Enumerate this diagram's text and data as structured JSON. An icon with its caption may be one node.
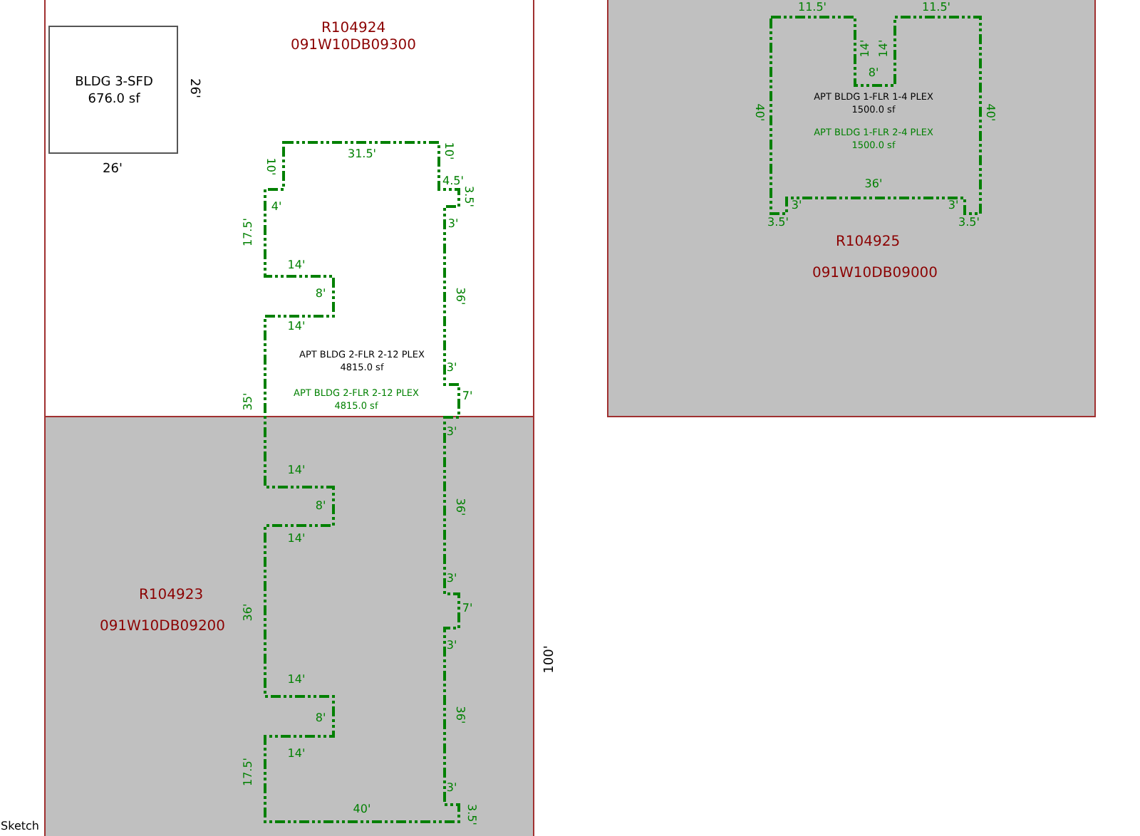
{
  "diagram": {
    "nodes": [
      {
        "text": [
          "R104924",
          "091W10DB09300"
        ]
      },
      {
        "text": [
          "BLDG 3-SFD 676.0 sf"
        ],
        "in": 0,
        "beside": [
          "26'",
          "26'"
        ]
      },
      {
        "text": [
          "R104925",
          "091W10DB09000"
        ]
      },
      {
        "text": [
          "APT BLDG 1-FLR 1-4 PLEX 1500.0 sf",
          "APT BLDG 1-FLR 2-4 PLEX 1500.0 sf"
        ],
        "in": 2
      },
      {
        "text": [
          "R104923",
          "091W10DB09200"
        ]
      },
      {
        "text": [
          "APT BLDG 2-FLR 2-12 PLEX 4815.0 sf",
          "APT BLDG 2-FLR 2-12 PLEX 4815.0 sf"
        ]
      }
    ],
    "edges": [],
    "labels": [
      "11.5'",
      "11.5'",
      "14'",
      "14'",
      "8'",
      "40'",
      "40'",
      "36'",
      "3'",
      "3'",
      "3.5'",
      "3.5'",
      "31.5'",
      "10'",
      "10'",
      "4.5'",
      "3.5'",
      "4'",
      "17.5'",
      "3'",
      "14'",
      "8'",
      "36'",
      "14'",
      "3'",
      "7'",
      "35'",
      "3'",
      "14'",
      "8'",
      "36'",
      "14'",
      "3'",
      "7'",
      "36'",
      "3'",
      "14'",
      "8'",
      "36'",
      "14'",
      "17.5'",
      "3'",
      "40'",
      "3.5'",
      "100'",
      "Sketch"
    ]
  }
}
